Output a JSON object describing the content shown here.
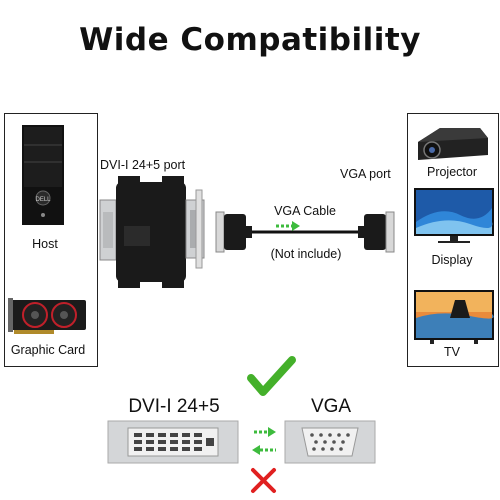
{
  "title": "Wide Compatibility",
  "left_panel": {
    "items": [
      "Host",
      "Graphic Card"
    ]
  },
  "right_panel": {
    "items": [
      "Projector",
      "Display",
      "TV"
    ]
  },
  "center": {
    "dvi_port_label": "DVI-I 24+5 port",
    "vga_port_label": "VGA port",
    "cable_label": "VGA Cable",
    "cable_note": "(Not include)"
  },
  "bottom": {
    "dvi_label": "DVI-I 24+5",
    "vga_label": "VGA"
  },
  "colors": {
    "check": "#44b02a",
    "cross": "#e02020",
    "arrow": "#3dbb3d",
    "connector": "#cfd1d3",
    "adapter": "#1a1a1a"
  }
}
